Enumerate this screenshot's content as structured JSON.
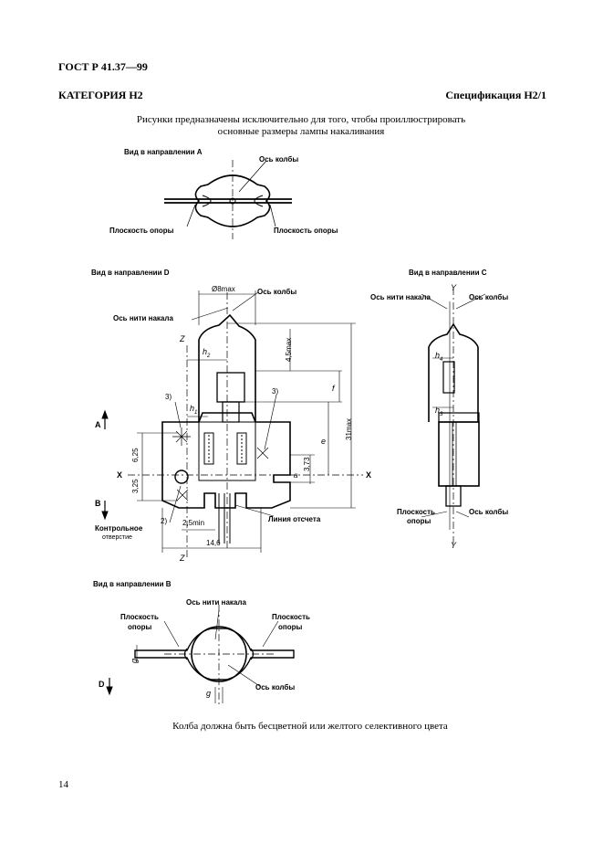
{
  "header": {
    "standard": "ГОСТ Р 41.37—99",
    "category": "КАТЕГОРИЯ Н2",
    "spec": "Спецификация Н2/1"
  },
  "intro": {
    "line1": "Рисунки предназначены исключительно для того, чтобы проиллюстрировать",
    "line2": "основные размеры лампы накаливания"
  },
  "viewA": {
    "title": "Вид в направлении А",
    "bulb_axis": "Ось колбы",
    "plane_left": "Плоскость опоры",
    "plane_right": "Плоскость опоры"
  },
  "viewD": {
    "title": "Вид в направлении D",
    "diameter": "Ø8max",
    "bulb_axis": "Ось колбы",
    "filament_axis": "Ось нити накала",
    "z_top": "Z",
    "z_bottom": "Z",
    "h2": "h",
    "h2_sub": "2",
    "h1": "h",
    "h1_sub": "1",
    "dim_45": "4,5max",
    "dim_f": "f",
    "dim_e": "e",
    "dim_31": "31max",
    "dim_625": "6,25",
    "dim_325": "3,25",
    "dim_373": "3,73",
    "dim_a": "a",
    "note3_left": "3)",
    "note3_right": "3)",
    "note2": "2)",
    "arrow_a": "A",
    "arrow_b": "B",
    "x_left": "X",
    "x_right": "X",
    "control_hole_1": "Контрольное",
    "control_hole_2": "отверстие",
    "dim_25": "2,5min",
    "dim_146": "14,6",
    "reference_line": "Линия отсчета"
  },
  "viewC": {
    "title": "Вид в направлении C",
    "y_top": "Y",
    "y_bottom": "Y",
    "filament_axis": "Ось нити накала",
    "bulb_axis": "Ось колбы",
    "h4": "h",
    "h4_sub": "4",
    "h3": "h",
    "h3_sub": "3",
    "plane1": "Плоскость",
    "plane2": "опоры",
    "bulb_axis_bottom": "Ось колбы"
  },
  "viewB": {
    "title": "Вид в направлении В",
    "filament_axis": "Ось нити накала",
    "plane_left_1": "Плоскость",
    "plane_left_2": "опоры",
    "plane_right_1": "Плоскость",
    "plane_right_2": "опоры",
    "bulb_axis": "Ось колбы",
    "dim_g_left": "g",
    "dim_g_bottom": "g",
    "arrow_d": "D"
  },
  "footer": {
    "note": "Колба должна быть бесцветной или желтого селективного цвета",
    "page_number": "14"
  }
}
